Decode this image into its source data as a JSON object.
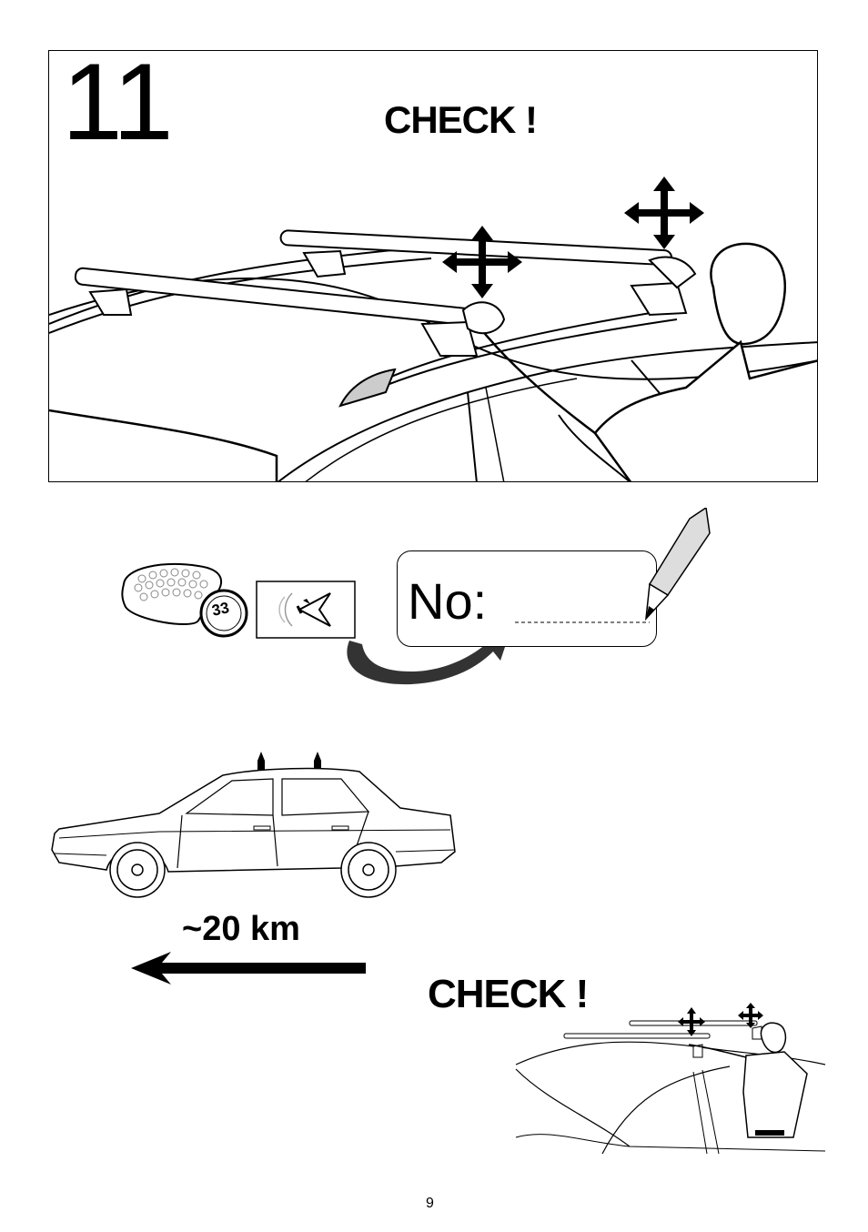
{
  "step": {
    "number": "11",
    "check_top": "CHECK !",
    "check_bottom": "CHECK !"
  },
  "record": {
    "badge_number": "33",
    "no_label": "No:"
  },
  "drive": {
    "distance": "~20 km"
  },
  "footer": {
    "page_number": "9"
  },
  "icons": {
    "move_arrows": "four-way-arrow-icon",
    "eye": "eye-icon",
    "pencil": "pencil-icon",
    "curved_arrow": "curved-arrow-icon",
    "left_arrow": "left-arrow-icon"
  }
}
